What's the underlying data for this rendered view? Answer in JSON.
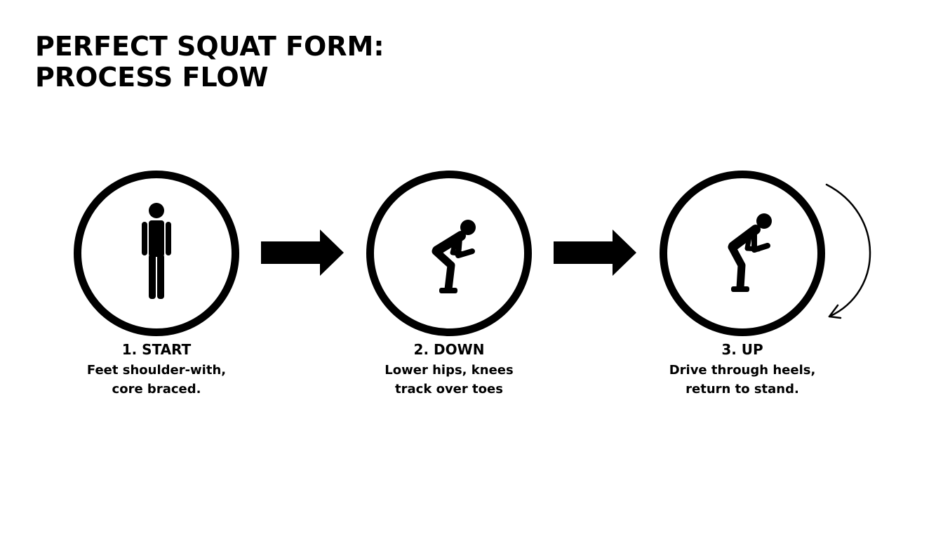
{
  "title": {
    "line1": "PERFECT SQUAT FORM:",
    "line2": "PROCESS FLOW"
  },
  "steps": [
    {
      "title": "1. START",
      "desc_line1": "Feet shoulder-with,",
      "desc_line2": "core braced.",
      "icon": "standing-person-icon"
    },
    {
      "title": "2. DOWN",
      "desc_line1": "Lower hips, knees",
      "desc_line2": "track over toes",
      "icon": "squatting-person-icon"
    },
    {
      "title": "3. UP",
      "desc_line1": "Drive through heels,",
      "desc_line2": "return to stand.",
      "icon": "rising-person-icon"
    }
  ],
  "connectors": [
    "arrow-right-icon",
    "arrow-right-icon"
  ],
  "loop_icon": "curved-return-arrow-icon",
  "colors": {
    "foreground": "#000000",
    "background": "#ffffff"
  }
}
